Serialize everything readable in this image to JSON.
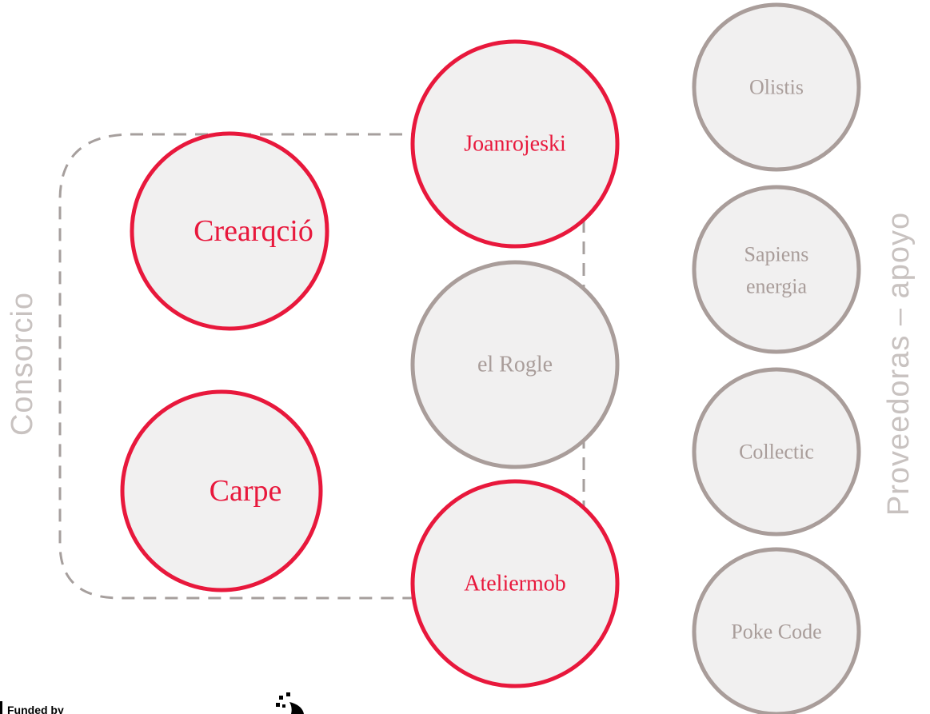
{
  "colors": {
    "accent_red": "#e8183c",
    "neutral_grey": "#a99d9a",
    "node_fill": "#f1f0f0",
    "dash_grey": "#a69f9d",
    "side_text": "#c8c2c0"
  },
  "groups": {
    "consortium_label": "Consorcio",
    "providers_label": "Proveedoras – apoyo"
  },
  "nodes": {
    "crearqcio": "Crearqció",
    "carpe": "Carpe",
    "joanrojeski": "Joanrojeski",
    "el_rogle": "el Rogle",
    "ateliermob": "Ateliermob",
    "olistis": "Olistis",
    "sapiens_line1": "Sapiens",
    "sapiens_line2": "energia",
    "collectic": "Collectic",
    "poke_code": "Poke Code"
  },
  "footer": {
    "funded_by": "Funded by"
  }
}
